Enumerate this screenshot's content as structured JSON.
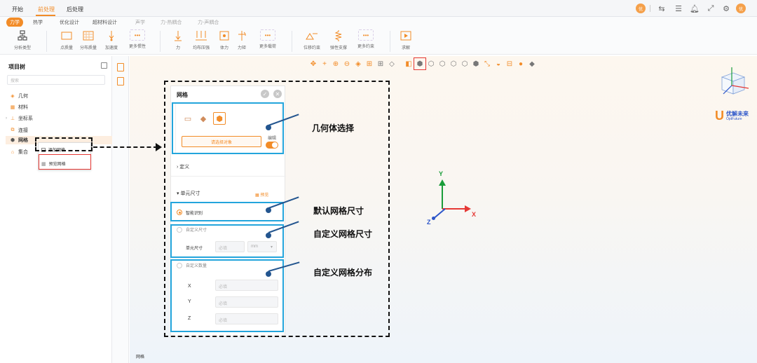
{
  "menu": {
    "items": [
      "开始",
      "前处理",
      "后处理"
    ],
    "active_index": 1
  },
  "ribbon_tabs": [
    "力学",
    "热学",
    "优化设计",
    "超材料设计",
    "声学",
    "力-热耦合",
    "力-声耦合"
  ],
  "ribbon": {
    "analysis_type": "分析类型",
    "tools": [
      "点质量",
      "分布质量",
      "加速度",
      "更多惯性",
      "力",
      "均布压强",
      "体力",
      "力矩",
      "更多载荷",
      "位移约束",
      "弹性支撑",
      "更多约束",
      "求解"
    ]
  },
  "window_icons": [
    "share-icon",
    "layout-icon",
    "bell-icon",
    "fullscreen-icon",
    "settings-icon"
  ],
  "user_badge": "优",
  "tree": {
    "title": "项目树",
    "search_placeholder": "搜索",
    "items": [
      "几何",
      "材料",
      "坐标系",
      "连接",
      "网格",
      "集合"
    ],
    "context_menu": [
      "添加网格",
      "预览网格"
    ]
  },
  "panel": {
    "title": "网格",
    "select_button": "请选择对象",
    "edit_label": "编辑",
    "section_definition": "定义",
    "section_element_size": "单元尺寸",
    "preview_link": "预览",
    "option_smart": "智能识别",
    "option_custom_size": "自定义尺寸",
    "element_size_label": "单元尺寸",
    "required_placeholder": "必填",
    "unit": "mm",
    "option_custom_count": "自定义数量",
    "axis_labels": [
      "X",
      "Y",
      "Z"
    ]
  },
  "annotations": {
    "geometry_select": "几何体选择",
    "default_size": "默认网格尺寸",
    "custom_size": "自定义网格尺寸",
    "custom_distribution": "自定义网格分布"
  },
  "axes": {
    "x": "X",
    "y": "Y",
    "z": "Z"
  },
  "logo": {
    "name": "优解未来",
    "sub": "OptFuture"
  },
  "viewport_label": "网格",
  "colors": {
    "accent": "#f28c28",
    "annotation_blue": "#23a5dc",
    "highlight_red": "#e53935"
  }
}
